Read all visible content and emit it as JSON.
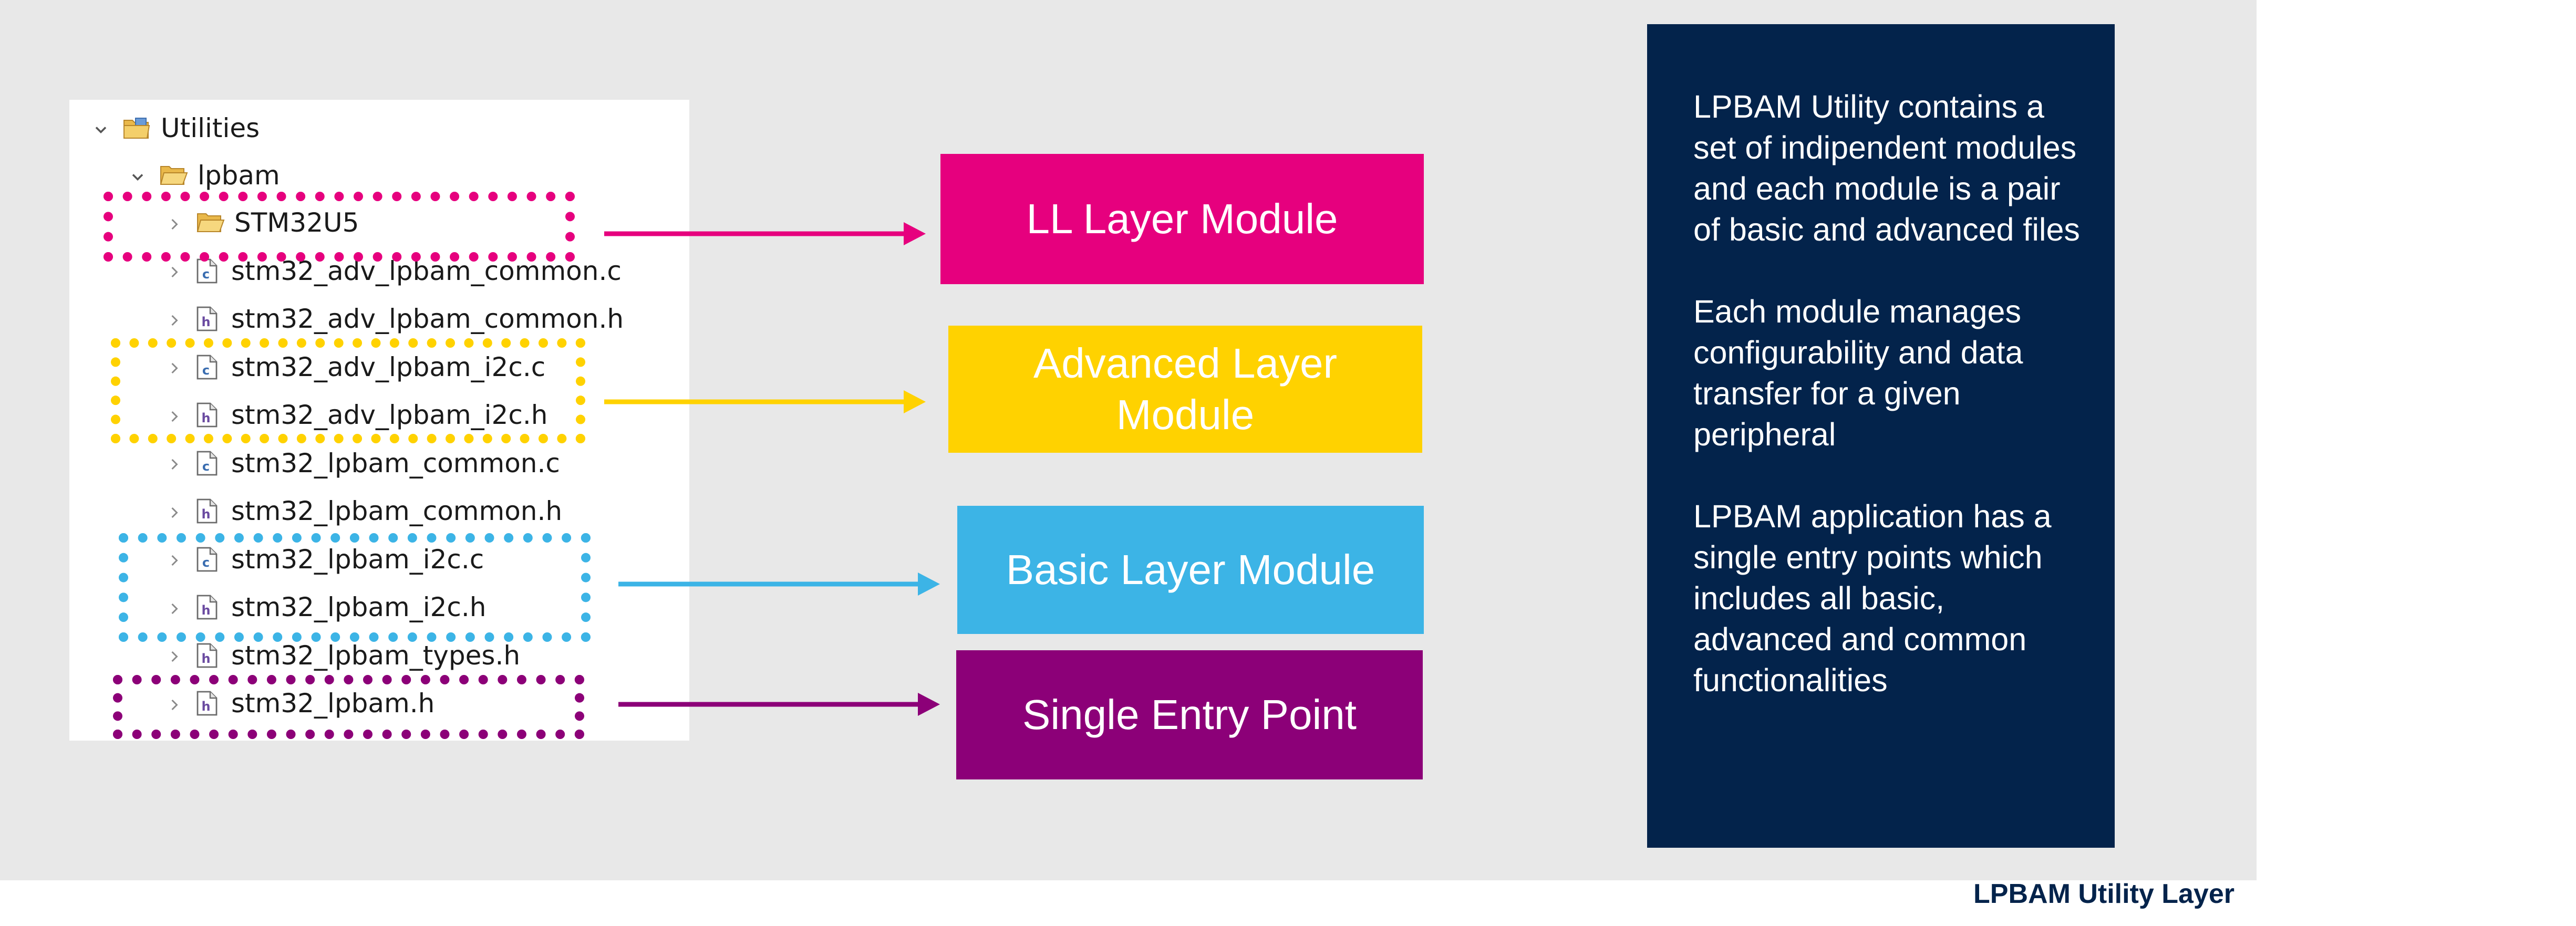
{
  "tree": {
    "root": {
      "label": "Utilities",
      "icon": "project-folder-icon",
      "expanded": true
    },
    "folder": {
      "label": "lpbam",
      "icon": "open-folder-icon",
      "expanded": true
    },
    "items": [
      {
        "label": "STM32U5",
        "icon": "folder-icon",
        "kind": "folder"
      },
      {
        "label": "stm32_adv_lpbam_common.c",
        "icon": "c-source-file-icon",
        "kind": "c"
      },
      {
        "label": "stm32_adv_lpbam_common.h",
        "icon": "header-file-icon",
        "kind": "h"
      },
      {
        "label": "stm32_adv_lpbam_i2c.c",
        "icon": "c-source-file-icon",
        "kind": "c"
      },
      {
        "label": "stm32_adv_lpbam_i2c.h",
        "icon": "header-file-icon",
        "kind": "h"
      },
      {
        "label": "stm32_lpbam_common.c",
        "icon": "c-source-file-icon",
        "kind": "c"
      },
      {
        "label": "stm32_lpbam_common.h",
        "icon": "header-file-icon",
        "kind": "h"
      },
      {
        "label": "stm32_lpbam_i2c.c",
        "icon": "c-source-file-icon",
        "kind": "c"
      },
      {
        "label": "stm32_lpbam_i2c.h",
        "icon": "header-file-icon",
        "kind": "h"
      },
      {
        "label": "stm32_lpbam_types.h",
        "icon": "header-file-icon",
        "kind": "h"
      },
      {
        "label": "stm32_lpbam.h",
        "icon": "header-file-icon",
        "kind": "h"
      }
    ]
  },
  "modules": [
    {
      "label": "LL Layer Module",
      "color": "#e6007e"
    },
    {
      "label": "Advanced Layer Module",
      "color": "#ffd200"
    },
    {
      "label": "Basic Layer Module",
      "color": "#3cb4e6"
    },
    {
      "label": "Single Entry Point",
      "color": "#8c0078"
    }
  ],
  "description": {
    "paragraphs": [
      "LPBAM Utility contains a set of indipendent modules and each module is a pair of basic and advanced files",
      "Each module manages configurability and data transfer for a given peripheral",
      "LPBAM application has a single entry points which includes all basic, advanced and common functionalities"
    ]
  },
  "footer": {
    "title": "LPBAM Utility Layer"
  },
  "colors": {
    "stage": "#e8e8e8",
    "navy": "#03234b",
    "magenta": "#e6007e",
    "yellow": "#ffd200",
    "cyan": "#3cb4e6",
    "purple": "#8c0078"
  }
}
